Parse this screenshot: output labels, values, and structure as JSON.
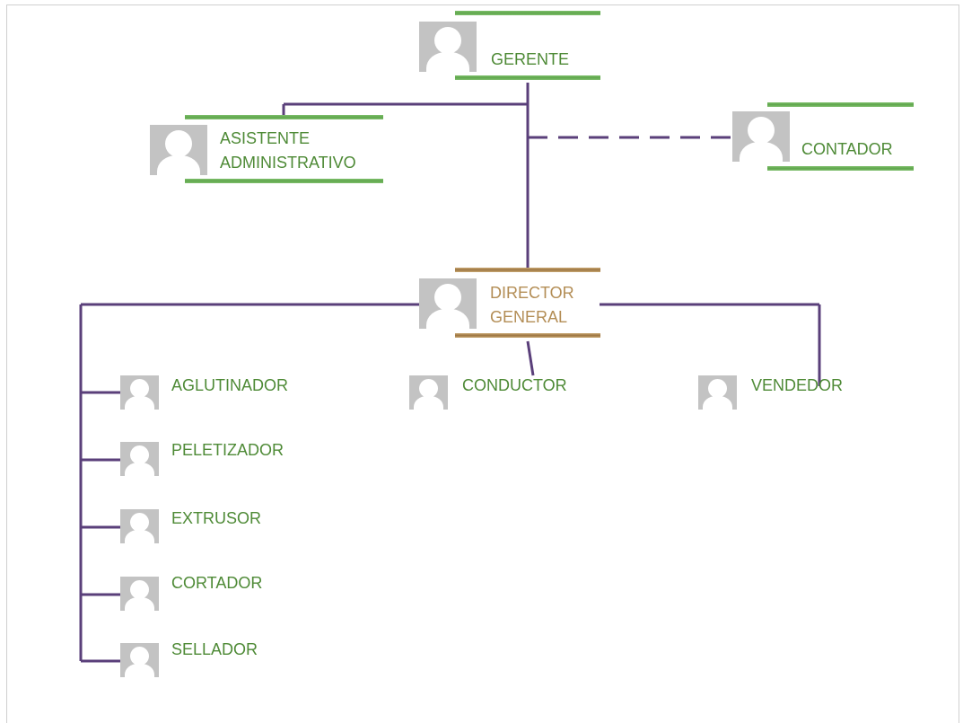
{
  "nodes": {
    "gerente": {
      "label": "GERENTE"
    },
    "asistente": {
      "line1": "ASISTENTE",
      "line2": "ADMINISTRATIVO"
    },
    "contador": {
      "label": "CONTADOR"
    },
    "director": {
      "line1": "DIRECTOR",
      "line2": "GENERAL"
    },
    "conductor": {
      "label": "CONDUCTOR"
    },
    "vendedor": {
      "label": "VENDEDOR"
    },
    "aglutinador": {
      "label": "AGLUTINADOR"
    },
    "peletizador": {
      "label": "PELETIZADOR"
    },
    "extrusor": {
      "label": "EXTRUSOR"
    },
    "cortador": {
      "label": "CORTADOR"
    },
    "sellador": {
      "label": "SELLADOR"
    }
  },
  "colors": {
    "connector": "#5a3f7a",
    "label_green": "#4e8a36",
    "label_gold": "#b38d55",
    "bar_green": "#6db35a",
    "bar_gold": "#a37d48",
    "avatar_bg": "#c3c3c3"
  },
  "relations": [
    {
      "from": "GERENTE",
      "to": "ASISTENTE ADMINISTRATIVO",
      "style": "solid"
    },
    {
      "from": "GERENTE",
      "to": "CONTADOR",
      "style": "dashed"
    },
    {
      "from": "GERENTE",
      "to": "DIRECTOR GENERAL",
      "style": "solid"
    },
    {
      "from": "DIRECTOR GENERAL",
      "to": "CONDUCTOR",
      "style": "solid"
    },
    {
      "from": "DIRECTOR GENERAL",
      "to": "VENDEDOR",
      "style": "solid"
    },
    {
      "from": "DIRECTOR GENERAL",
      "to": "AGLUTINADOR",
      "style": "solid"
    },
    {
      "from": "DIRECTOR GENERAL",
      "to": "PELETIZADOR",
      "style": "solid"
    },
    {
      "from": "DIRECTOR GENERAL",
      "to": "EXTRUSOR",
      "style": "solid"
    },
    {
      "from": "DIRECTOR GENERAL",
      "to": "CORTADOR",
      "style": "solid"
    },
    {
      "from": "DIRECTOR GENERAL",
      "to": "SELLADOR",
      "style": "solid"
    }
  ]
}
